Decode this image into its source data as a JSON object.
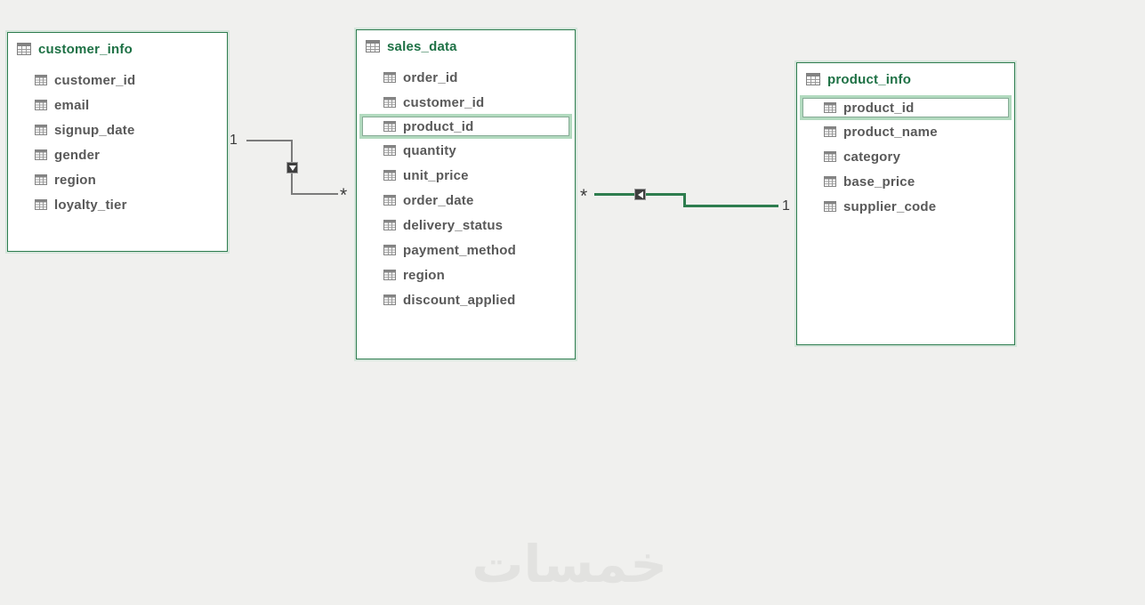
{
  "watermark": "خمسات",
  "tables": [
    {
      "title": "customer_info",
      "fields": [
        "customer_id",
        "email",
        "signup_date",
        "gender",
        "region",
        "loyalty_tier"
      ],
      "highlighted_field": null
    },
    {
      "title": "sales_data",
      "fields": [
        "order_id",
        "customer_id",
        "product_id",
        "quantity",
        "unit_price",
        "order_date",
        "delivery_status",
        "payment_method",
        "region",
        "discount_applied"
      ],
      "highlighted_field": "product_id"
    },
    {
      "title": "product_info",
      "fields": [
        "product_id",
        "product_name",
        "category",
        "base_price",
        "supplier_code"
      ],
      "highlighted_field": "product_id"
    }
  ],
  "relationships": [
    {
      "from_table": "customer_info",
      "from_cardinality": "1",
      "to_table": "sales_data",
      "to_cardinality": "*",
      "line_color": "#7b7b7b",
      "selected": false
    },
    {
      "from_table": "product_info",
      "from_cardinality": "1",
      "to_table": "sales_data",
      "to_cardinality": "*",
      "line_color": "#2e7d4e",
      "selected": true
    }
  ],
  "colors": {
    "background": "#f0f0ee",
    "table_border": "#2e7d4f",
    "table_title": "#1e7145",
    "field_text": "#595959",
    "highlight_outer": "#b2dabf",
    "highlight_inner": "#86ab95",
    "relationship_unselected": "#7b7b7b",
    "relationship_selected": "#2e7d4e",
    "marker_fill": "#3e3e3e",
    "watermark_text": "#e2e2e0"
  }
}
